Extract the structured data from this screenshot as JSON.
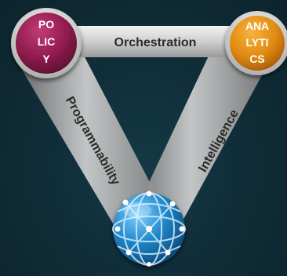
{
  "diagram": {
    "bands": {
      "top": "Orchestration",
      "left": "Programmability",
      "right": "Intelligence"
    },
    "nodes": {
      "policy": {
        "lines": [
          "PO",
          "LIC",
          "Y"
        ],
        "color": "#8e1b4c"
      },
      "analytics": {
        "lines": [
          "ANA",
          "LYTI",
          "CS"
        ],
        "color": "#e08a12"
      },
      "network": {
        "icon": "network-globe-icon",
        "color": "#1f84c6"
      }
    }
  }
}
